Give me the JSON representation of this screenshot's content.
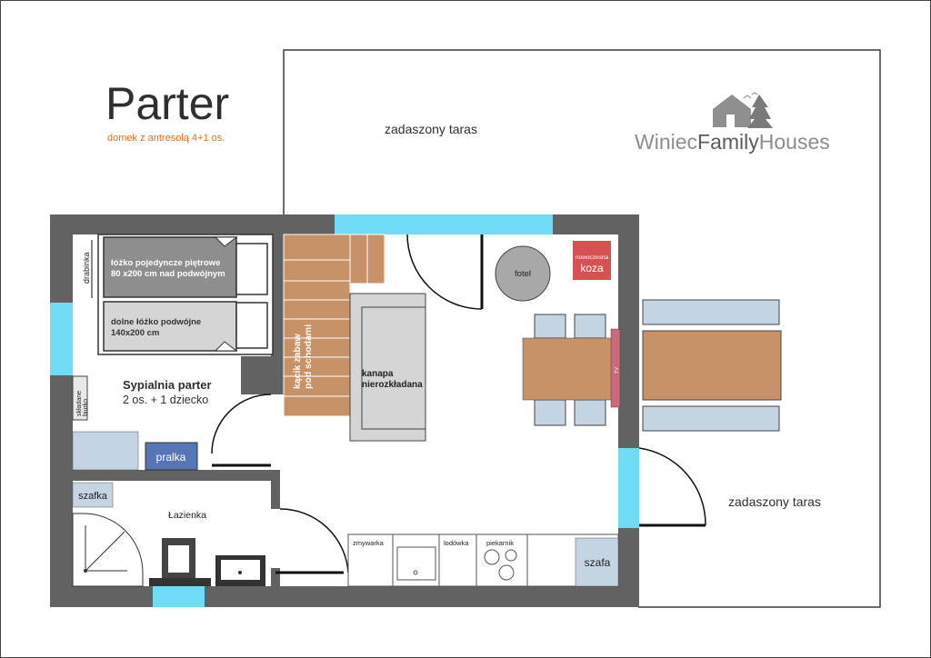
{
  "header": {
    "title": "Parter",
    "subtitle": "domek z antresolą 4+1 os.",
    "accent_color": "#e0701a"
  },
  "brand": {
    "name_part1": "Winiec",
    "name_part2": "Family",
    "name_part3": "Houses",
    "logo_icon": "house-with-trees-logo"
  },
  "terraces": {
    "top": "zadaszony taras",
    "right": "zadaszony taras"
  },
  "bedroom": {
    "name": "Sypialnia parter",
    "capacity": "2 os. + 1 dziecko",
    "ladder": "drabinka",
    "desk_line1": "składane",
    "desk_line2": "biurko",
    "bunk_top_line1": "łóżko pojedyncze piętrowe",
    "bunk_top_line2": "80 x200 cm nad podwójnym",
    "bunk_bottom_line1": "dolne łóżko podwójne",
    "bunk_bottom_line2": "140x200 cm"
  },
  "stairs": {
    "line1": "kącik zabaw",
    "line2": "pod schodami"
  },
  "living": {
    "sofa_line1": "kanapa",
    "sofa_line2": "nierozkładana",
    "armchair": "fotel",
    "stove_line1": "nowoczesna",
    "stove_line2": "koza",
    "tv": "TV"
  },
  "bathroom": {
    "name": "Łazienka",
    "washer": "pralka",
    "cabinet": "szafka"
  },
  "kitchen": {
    "dishwasher": "zmywarka",
    "fridge": "lodówka",
    "oven": "piekarnik",
    "wardrobe": "szafa"
  },
  "colors": {
    "wall": "#626262",
    "window": "#6fdcf5",
    "wood": "#c89268",
    "furniture_gray": "#d5d5d5",
    "bed_dark": "#8e8e8e",
    "chair": "#c5d4e2",
    "washer": "#5575b4",
    "stove": "#d65252",
    "tv_stand": "#c96b7a"
  }
}
